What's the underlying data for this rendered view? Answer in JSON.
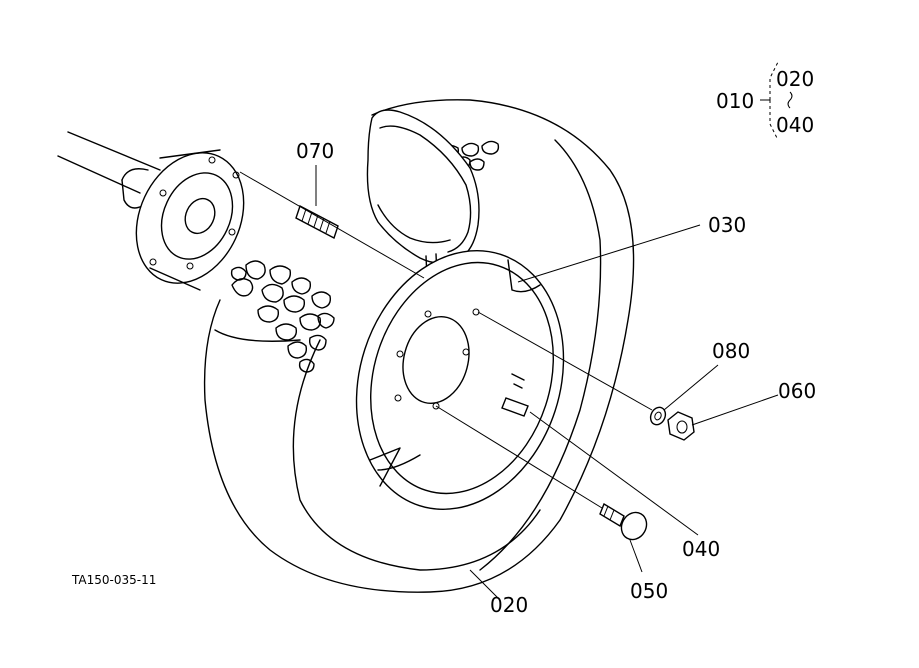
{
  "callouts": {
    "c010": "010",
    "c020_top": "020",
    "c040_top": "040",
    "c070": "070",
    "c030": "030",
    "c080": "080",
    "c060": "060",
    "c040": "040",
    "c050": "050",
    "c020": "020"
  },
  "figure_code": "TA150-035-11",
  "icons": [
    "axle-hub-flange",
    "tire",
    "wheel-rim",
    "tube",
    "valve",
    "stud-bolt",
    "spring-washer",
    "nut",
    "bolt",
    "tire-tread"
  ]
}
